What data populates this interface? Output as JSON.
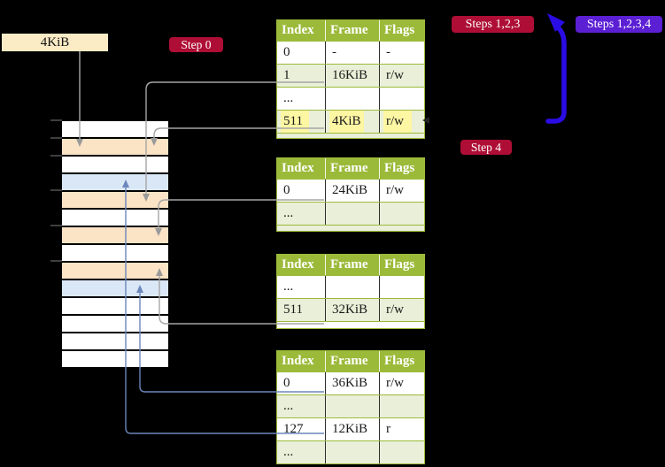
{
  "colors": {
    "background": "#000000",
    "table_header": "#9cba3a",
    "table_row": "#ffffff",
    "table_row_alt": "#e9efd8",
    "highlight": "#fdf6a3",
    "frame_free": "#ffffff",
    "frame_page_table": "#fbe3c5",
    "frame_mapped": "#dae7f6",
    "badge_crimson": "#ae0e35",
    "badge_violet": "#5b1fd4",
    "connector_gray": "#a6a6a6",
    "connector_blue": "#6b87bb",
    "loop_arrow_blue": "#2a0ce4",
    "label_cream": "#fcecc6"
  },
  "memory_label": {
    "text": "4KiB"
  },
  "badges": {
    "step0": {
      "text": "Step 0"
    },
    "steps123": {
      "text": "Steps 1,2,3"
    },
    "steps1234": {
      "text": "Steps 1,2,3,4"
    },
    "step4": {
      "text": "Step 4"
    }
  },
  "memory_column": {
    "rows": [
      {
        "kind": "free"
      },
      {
        "kind": "page-table"
      },
      {
        "kind": "free"
      },
      {
        "kind": "mapped"
      },
      {
        "kind": "page-table"
      },
      {
        "kind": "free"
      },
      {
        "kind": "page-table"
      },
      {
        "kind": "free"
      },
      {
        "kind": "page-table"
      },
      {
        "kind": "mapped"
      },
      {
        "kind": "free"
      },
      {
        "kind": "free"
      },
      {
        "kind": "free"
      },
      {
        "kind": "free"
      }
    ]
  },
  "tables": [
    {
      "headers": [
        "Index",
        "Frame",
        "Flags"
      ],
      "rows": [
        {
          "index": "0",
          "frame": "-",
          "flags": "-"
        },
        {
          "index": "1",
          "frame": "16KiB",
          "flags": "r/w"
        },
        {
          "index": "...",
          "frame": "",
          "flags": ""
        },
        {
          "index": "511",
          "frame": "4KiB",
          "flags": "r/w",
          "highlighted": true
        }
      ]
    },
    {
      "headers": [
        "Index",
        "Frame",
        "Flags"
      ],
      "rows": [
        {
          "index": "0",
          "frame": "24KiB",
          "flags": "r/w"
        },
        {
          "index": "...",
          "frame": "",
          "flags": ""
        }
      ]
    },
    {
      "headers": [
        "Index",
        "Frame",
        "Flags"
      ],
      "rows": [
        {
          "index": "...",
          "frame": "",
          "flags": ""
        },
        {
          "index": "511",
          "frame": "32KiB",
          "flags": "r/w"
        }
      ]
    },
    {
      "headers": [
        "Index",
        "Frame",
        "Flags"
      ],
      "rows": [
        {
          "index": "0",
          "frame": "36KiB",
          "flags": "r/w"
        },
        {
          "index": "...",
          "frame": "",
          "flags": ""
        },
        {
          "index": "127",
          "frame": "12KiB",
          "flags": "r"
        },
        {
          "index": "...",
          "frame": "",
          "flags": ""
        }
      ]
    }
  ]
}
